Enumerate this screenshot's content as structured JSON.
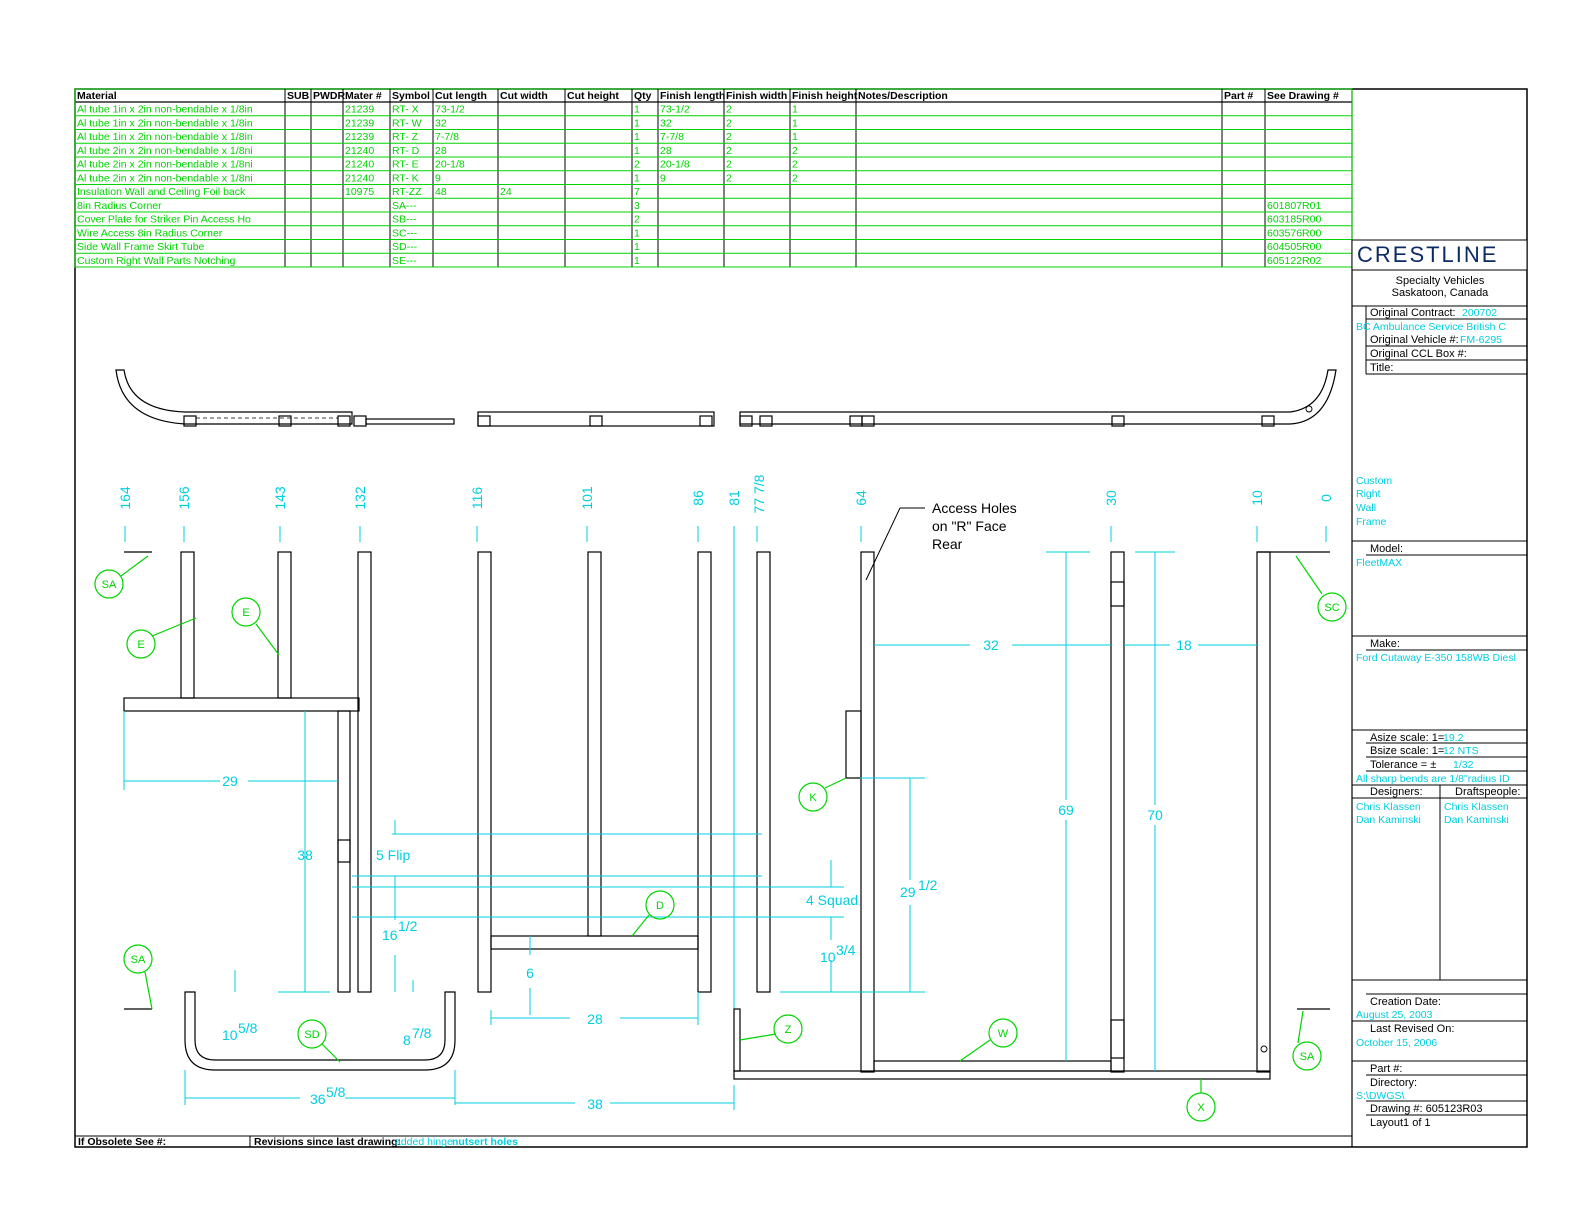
{
  "bom": {
    "headers": [
      "Material",
      "SUB",
      "PWDR",
      "Mater #",
      "Symbol",
      "Cut length",
      "Cut width",
      "Cut height",
      "Qty",
      "Finish length",
      "Finish width",
      "Finish height",
      "Notes/Description",
      "Part #",
      "See Drawing #"
    ],
    "rows": [
      [
        "Al tube 1in x 2in non-bendable x 1/8in",
        "",
        "",
        "21239",
        "RT- X",
        "73-1/2",
        "",
        "",
        "1",
        "73-1/2",
        "2",
        "1",
        "",
        "",
        ""
      ],
      [
        "Al tube 1in x 2in non-bendable x 1/8in",
        "",
        "",
        "21239",
        "RT- W",
        "32",
        "",
        "",
        "1",
        "32",
        "2",
        "1",
        "",
        "",
        ""
      ],
      [
        "Al tube 1in x 2in non-bendable x 1/8in",
        "",
        "",
        "21239",
        "RT- Z",
        "7-7/8",
        "",
        "",
        "1",
        "7-7/8",
        "2",
        "1",
        "",
        "",
        ""
      ],
      [
        "Al tube 2in x 2in non-bendable x 1/8ni",
        "",
        "",
        "21240",
        "RT- D",
        "28",
        "",
        "",
        "1",
        "28",
        "2",
        "2",
        "",
        "",
        ""
      ],
      [
        "Al tube 2in x 2in non-bendable x 1/8ni",
        "",
        "",
        "21240",
        "RT- E",
        "20-1/8",
        "",
        "",
        "2",
        "20-1/8",
        "2",
        "2",
        "",
        "",
        ""
      ],
      [
        "Al tube 2in x 2in non-bendable x 1/8ni",
        "",
        "",
        "21240",
        "RT- K",
        "9",
        "",
        "",
        "1",
        "9",
        "2",
        "2",
        "",
        "",
        ""
      ],
      [
        "Insulation Wall and Ceiling Foil back",
        "",
        "",
        "10975",
        "RT-ZZ",
        "48",
        "24",
        "",
        "7",
        "",
        "",
        "",
        "",
        "",
        ""
      ],
      [
        "8in Radius Corner",
        "",
        "",
        "",
        "SA---",
        "",
        "",
        "",
        "3",
        "",
        "",
        "",
        "",
        "",
        "601807R01"
      ],
      [
        "Cover Plate for Striker Pin Access Ho",
        "",
        "",
        "",
        "SB---",
        "",
        "",
        "",
        "2",
        "",
        "",
        "",
        "",
        "",
        "603185R00"
      ],
      [
        "Wire Access 8in Radius Corner",
        "",
        "",
        "",
        "SC---",
        "",
        "",
        "",
        "1",
        "",
        "",
        "",
        "",
        "",
        "603576R00"
      ],
      [
        "Side Wall Frame Skirt Tube",
        "",
        "",
        "",
        "SD---",
        "",
        "",
        "",
        "1",
        "",
        "",
        "",
        "",
        "",
        "604505R00"
      ],
      [
        "Custom Right Wall Parts Notching",
        "",
        "",
        "",
        "SE---",
        "",
        "",
        "",
        "1",
        "",
        "",
        "",
        "",
        "",
        "605122R02"
      ]
    ]
  },
  "title_block": {
    "logo": "CRESTLINE",
    "company": "Specialty Vehicles",
    "location": "Saskatoon, Canada",
    "original_contract_label": "Original Contract:",
    "original_contract": "200702",
    "customer": "BC Ambulance Service British C",
    "original_vehicle_label": "Original Vehicle #:",
    "original_vehicle": "FM-6295",
    "original_ccl_box_label": "Original CCL Box #:",
    "title_label": "Title:",
    "title_lines": [
      "Custom",
      "Right",
      "Wall",
      "Frame"
    ],
    "model_label": "Model:",
    "model": "FleetMAX",
    "make_label": "Make:",
    "make": "Ford Cutaway E-350 158WB Diesl",
    "asize_label": "Asize scale:  1=",
    "asize": "19.2",
    "bsize_label": "Bsize scale:  1=",
    "bsize": "12 NTS",
    "tolerance_label": "Tolerance = ±",
    "tolerance": "1/32",
    "bends_note": "All sharp bends are 1/8\"radius ID",
    "designers_label": "Designers:",
    "draftspeople_label": "Draftspeople:",
    "designers": [
      "Chris Klassen",
      "Dan Kaminski"
    ],
    "draftspeople": [
      "Chris Klassen",
      "Dan Kaminski"
    ],
    "creation_label": "Creation Date:",
    "creation_date": "August 25, 2003",
    "revised_label": "Last Revised On:",
    "revised_date": "October 15, 2006",
    "part_label": "Part #:",
    "directory_label": "Directory:",
    "directory": "S:\\DWGS\\",
    "drawing_label": "Drawing #: 605123R03",
    "layout_label": "Layout1 of 1"
  },
  "footer": {
    "obsolete_label": "If Obsolete See #:",
    "revisions_label": "Revisions since last drawing:",
    "revisions_a": "added hinge",
    "revisions_b": "nutsert holes"
  },
  "drawing": {
    "station_labels": [
      "164",
      "156",
      "143",
      "132",
      "116",
      "101",
      "86",
      "81",
      "77 7/8",
      "64",
      "30",
      "10",
      "0"
    ],
    "dimensions": {
      "d29": "29",
      "d38_left": "38",
      "flip": "5 Flip",
      "d16": "16",
      "d16_frac": "1/2",
      "squad": "4 Squad",
      "d6": "6",
      "d28": "28",
      "d29_5": "29",
      "d29_5_frac": "1/2",
      "d10_75": "10",
      "d10_75_frac": "3/4",
      "d69": "69",
      "d70": "70",
      "d32": "32",
      "d18": "18",
      "d10_58": "10",
      "d10_58_frac": "5/8",
      "d8_78": "8",
      "d8_78_frac": "7/8",
      "d36_58": "36",
      "d36_58_frac": "5/8",
      "d38_bottom": "38"
    },
    "note_lines": [
      "Access Holes",
      "on \"R\" Face",
      "Rear"
    ],
    "callouts": {
      "sa1": "SA",
      "e1": "E",
      "e2": "E",
      "sc": "SC",
      "k": "K",
      "d": "D",
      "sa2": "SA",
      "sd": "SD",
      "z": "Z",
      "w": "W",
      "sa3": "SA",
      "x": "X"
    }
  },
  "colors": {
    "parts": "#00d400",
    "dims": "#00cfe0",
    "lines": "#000000"
  }
}
